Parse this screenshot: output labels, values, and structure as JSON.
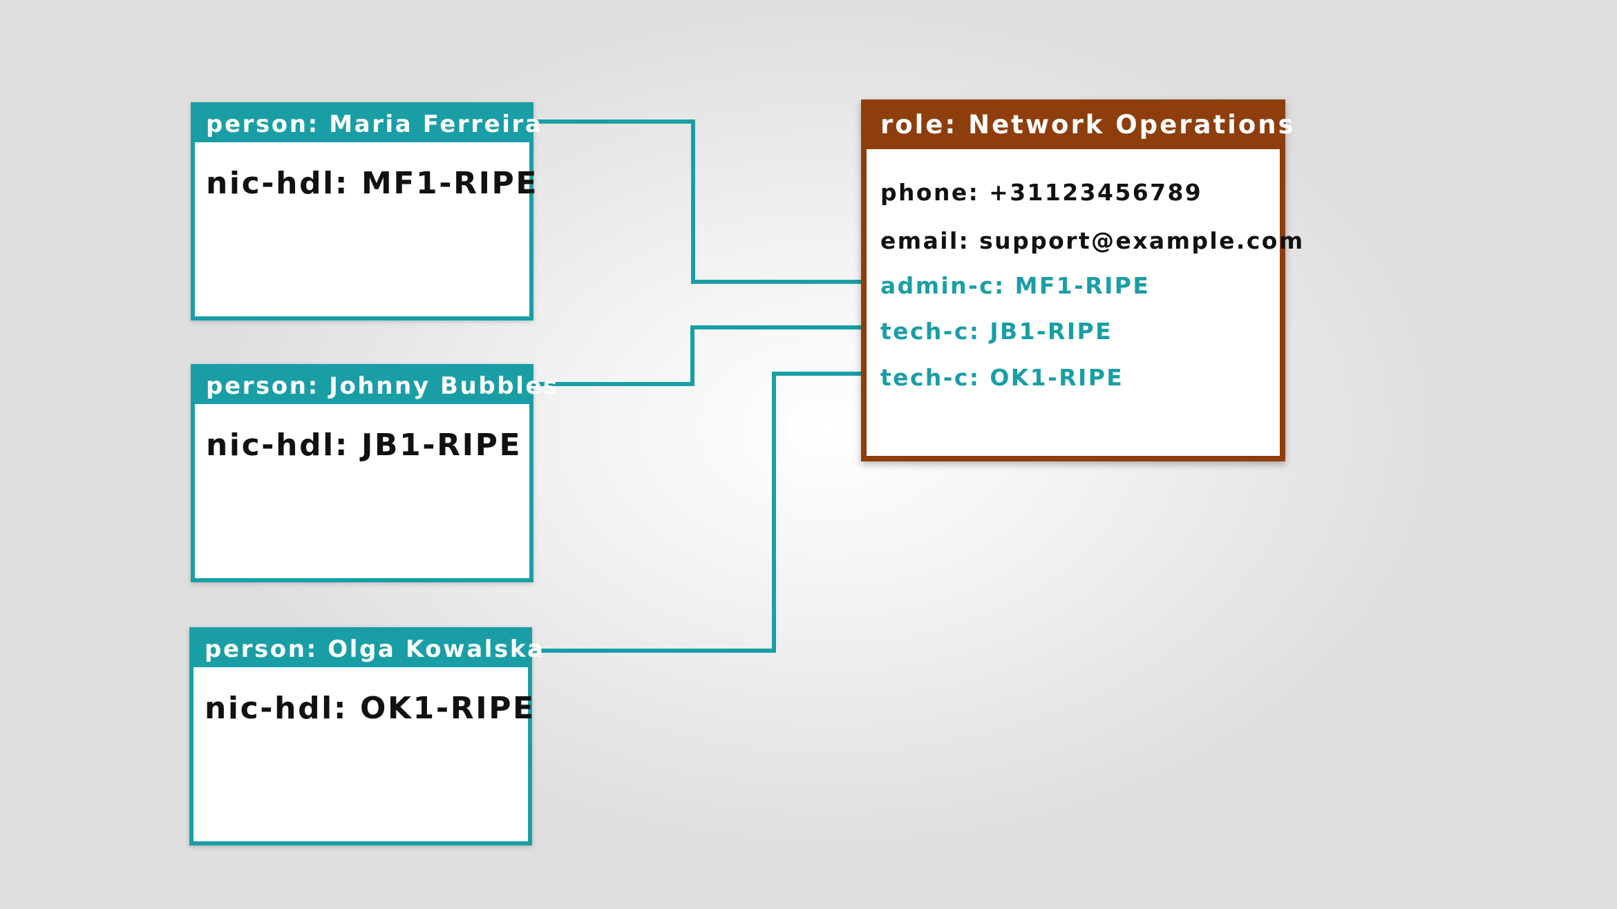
{
  "colors": {
    "person_accent": "#1a9ea6",
    "role_accent": "#8e3e0c",
    "connector": "#1a9ea6"
  },
  "persons": [
    {
      "header": "person: Maria Ferreira",
      "nic_hdl": "nic-hdl: MF1-RIPE"
    },
    {
      "header": "person: Johnny Bubbles",
      "nic_hdl": "nic-hdl: JB1-RIPE"
    },
    {
      "header": "person: Olga Kowalska",
      "nic_hdl": "nic-hdl: OK1-RIPE"
    }
  ],
  "role": {
    "header": "role: Network Operations",
    "phone": "phone: +31123456789",
    "email": "email: support@example.com",
    "admin_c": "admin-c: MF1-RIPE",
    "tech_c_1": "tech-c: JB1-RIPE",
    "tech_c_2": "tech-c: OK1-RIPE"
  }
}
